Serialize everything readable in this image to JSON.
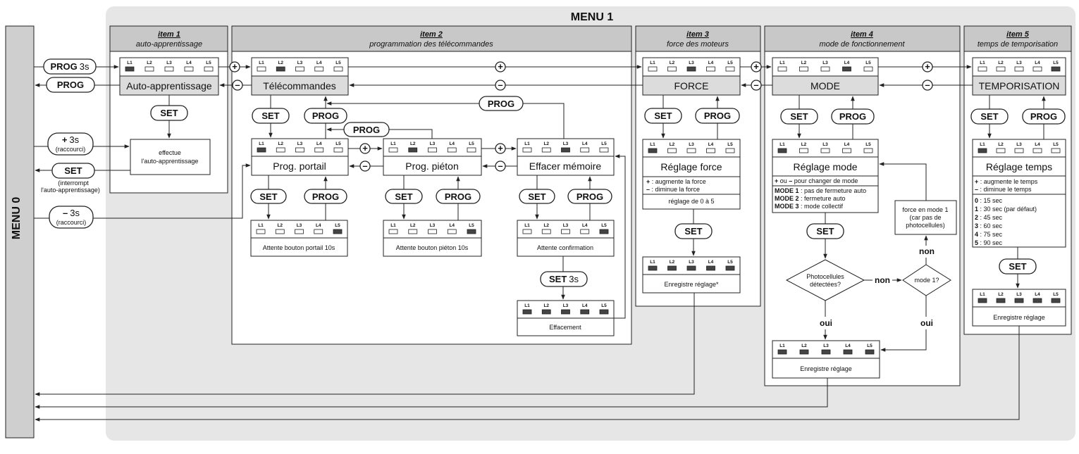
{
  "menu1_title": "MENU 1",
  "menu0_title": "MENU 0",
  "menu0_actions": {
    "prog3s": {
      "key": "PROG",
      "dur": "3s"
    },
    "prog": "PROG",
    "plus3s": {
      "key": "+",
      "dur": "3s",
      "note": "(raccourci)"
    },
    "set": "SET",
    "set_note1": "(interrompt",
    "set_note2": "l'auto-apprentissage)",
    "minus3s": {
      "key": "–",
      "dur": "3s",
      "note": "(raccourci)"
    }
  },
  "led_labels": [
    "L1",
    "L2",
    "L3",
    "L4",
    "L5"
  ],
  "items": {
    "item1": {
      "number": "item 1",
      "subtitle": "auto-apprentissage",
      "main": "Auto-apprentissage",
      "leds": [
        1,
        0,
        0,
        0,
        0
      ],
      "set": "SET",
      "result_line1": "effectue",
      "result_line2": "l'auto-apprentissage"
    },
    "item2": {
      "number": "item 2",
      "subtitle": "programmation des télécommandes",
      "main": "Télécommandes",
      "leds": [
        0,
        1,
        0,
        0,
        0
      ],
      "set": "SET",
      "prog": "PROG",
      "sub": [
        {
          "label": "Prog. portail",
          "leds": [
            1,
            0,
            0,
            0,
            0
          ],
          "set": "SET",
          "prog": "PROG",
          "wait": "Attente bouton portail 10s",
          "wait_leds": [
            0,
            0,
            0,
            0,
            1
          ]
        },
        {
          "label": "Prog. piéton",
          "leds": [
            0,
            1,
            0,
            0,
            0
          ],
          "set": "SET",
          "prog": "PROG",
          "wait": "Attente bouton piéton 10s",
          "wait_leds": [
            0,
            0,
            0,
            0,
            1
          ]
        },
        {
          "label": "Effacer mémoire",
          "leds": [
            0,
            0,
            1,
            0,
            0
          ],
          "set": "SET",
          "prog": "PROG",
          "wait": "Attente confirmation",
          "wait_leds": [
            0,
            0,
            0,
            0,
            1
          ]
        }
      ],
      "set3s": {
        "key": "SET",
        "dur": "3s"
      },
      "erase": "Effacement",
      "erase_leds": [
        1,
        1,
        1,
        1,
        1
      ]
    },
    "item3": {
      "number": "item 3",
      "subtitle": "force des moteurs",
      "main": "FORCE",
      "leds": [
        0,
        0,
        1,
        0,
        0
      ],
      "set": "SET",
      "prog": "PROG",
      "adjust": "Réglage force",
      "adjust_leds": [
        1,
        0,
        0,
        0,
        0
      ],
      "plus_sym": "+",
      "minus_sym": "–",
      "plus_text": " : augmente la force",
      "minus_text": " : diminue la force",
      "range": "réglage de 0 à 5",
      "set2": "SET",
      "save": "Enregistre réglage*",
      "save_leds": [
        1,
        1,
        1,
        1,
        1
      ]
    },
    "item4": {
      "number": "item 4",
      "subtitle": "mode de fonctionnement",
      "main": "MODE",
      "leds": [
        0,
        0,
        0,
        1,
        0
      ],
      "set": "SET",
      "prog": "PROG",
      "adjust": "Réglage mode",
      "adjust_leds": [
        1,
        0,
        0,
        0,
        0
      ],
      "help_plus": "+",
      "help_ou": " ou ",
      "help_minus": "–",
      "help_rest": " pour changer de mode",
      "modes": [
        {
          "key": "MODE 1",
          "desc": " : pas de fermeture auto"
        },
        {
          "key": "MODE 2",
          "desc": " : fermeture auto"
        },
        {
          "key": "MODE 3",
          "desc": " : mode collectif"
        }
      ],
      "set2": "SET",
      "q_photo_1": "Photocellules",
      "q_photo_2": "détectées?",
      "non": "non",
      "q_mode1": "mode 1?",
      "non2": "non",
      "note_1": "force en mode 1",
      "note_2": "(car pas de",
      "note_3": "photocellules)",
      "oui": "oui",
      "oui2": "oui",
      "save": "Enregistre réglage",
      "save_leds": [
        1,
        1,
        1,
        1,
        1
      ]
    },
    "item5": {
      "number": "item 5",
      "subtitle": "temps de temporisation",
      "main": "TEMPORISATION",
      "leds": [
        0,
        0,
        0,
        0,
        1
      ],
      "set": "SET",
      "prog": "PROG",
      "adjust": "Réglage temps",
      "adjust_leds": [
        1,
        0,
        0,
        0,
        0
      ],
      "plus_sym": "+",
      "minus_sym": "–",
      "plus_text": " : augmente le temps",
      "minus_text": " : diminue le temps",
      "values": [
        {
          "key": "0",
          "desc": " : 15 sec"
        },
        {
          "key": "1",
          "desc": " : 30 sec (par défaut)"
        },
        {
          "key": "2",
          "desc": " : 45 sec"
        },
        {
          "key": "3",
          "desc": " : 60 sec"
        },
        {
          "key": "4",
          "desc": " : 75 sec"
        },
        {
          "key": "5",
          "desc": " : 90 sec"
        }
      ],
      "set2": "SET",
      "save": "Enregistre réglage",
      "save_leds": [
        1,
        1,
        1,
        1,
        1
      ]
    }
  },
  "nav": {
    "plus": "+",
    "minus": "–"
  }
}
